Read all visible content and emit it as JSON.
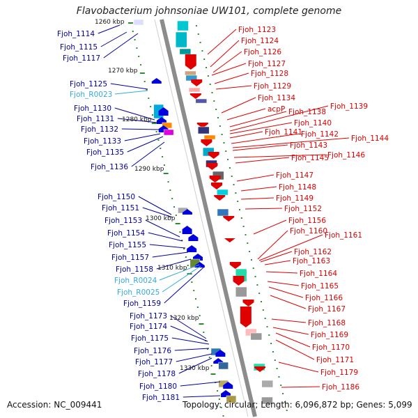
{
  "title": "Flavobacterium johnsoniae UW101, complete genome",
  "accession": "Accession: NC_009441",
  "summary": "Topology: circular; Length: 6,096,872 bp; Genes: 5,099",
  "colors": {
    "backbone": "#8c8c8c",
    "tick": "#2e8b2e",
    "forward_gene": "#e00000",
    "reverse_gene": "#0000dd",
    "left_label": "#000099",
    "rna_label": "#33aadd",
    "right_label": "#dd0000"
  },
  "scale_labels": [
    "1260 kbp",
    "1270 kbp",
    "1280 kbp",
    "1290 kbp",
    "1300 kbp",
    "1310 kbp",
    "1320 kbp",
    "1330 kbp"
  ],
  "left_labels": [
    {
      "text": "Fjoh_1114",
      "rna": false
    },
    {
      "text": "Fjoh_1115",
      "rna": false
    },
    {
      "text": "Fjoh_1117",
      "rna": false
    },
    {
      "text": "Fjoh_1125",
      "rna": false
    },
    {
      "text": "Fjoh_R0023",
      "rna": true
    },
    {
      "text": "Fjoh_1130",
      "rna": false
    },
    {
      "text": "Fjoh_1131",
      "rna": false
    },
    {
      "text": "Fjoh_1132",
      "rna": false
    },
    {
      "text": "Fjoh_1133",
      "rna": false
    },
    {
      "text": "Fjoh_1135",
      "rna": false
    },
    {
      "text": "Fjoh_1136",
      "rna": false
    },
    {
      "text": "Fjoh_1150",
      "rna": false
    },
    {
      "text": "Fjoh_1151",
      "rna": false
    },
    {
      "text": "Fjoh_1153",
      "rna": false
    },
    {
      "text": "Fjoh_1154",
      "rna": false
    },
    {
      "text": "Fjoh_1155",
      "rna": false
    },
    {
      "text": "Fjoh_1157",
      "rna": false
    },
    {
      "text": "Fjoh_1158",
      "rna": false
    },
    {
      "text": "Fjoh_R0024",
      "rna": true
    },
    {
      "text": "Fjoh_R0025",
      "rna": true
    },
    {
      "text": "Fjoh_1159",
      "rna": false
    },
    {
      "text": "Fjoh_1173",
      "rna": false
    },
    {
      "text": "Fjoh_1174",
      "rna": false
    },
    {
      "text": "Fjoh_1175",
      "rna": false
    },
    {
      "text": "Fjoh_1176",
      "rna": false
    },
    {
      "text": "Fjoh_1177",
      "rna": false
    },
    {
      "text": "Fjoh_1178",
      "rna": false
    },
    {
      "text": "Fjoh_1180",
      "rna": false
    },
    {
      "text": "Fjoh_1181",
      "rna": false
    }
  ],
  "right_labels": [
    "Fjoh_1123",
    "Fjoh_1124",
    "Fjoh_1126",
    "Fjoh_1127",
    "Fjoh_1128",
    "Fjoh_1129",
    "Fjoh_1134",
    "acpP",
    "Fjoh_1138",
    "Fjoh_1139",
    "Fjoh_1140",
    "Fjoh_1141",
    "Fjoh_1142",
    "Fjoh_1144",
    "Fjoh_1143",
    "Fjoh_1146",
    "Fjoh_1145",
    "Fjoh_1147",
    "Fjoh_1148",
    "Fjoh_1149",
    "Fjoh_1152",
    "Fjoh_1156",
    "Fjoh_1160",
    "Fjoh_1161",
    "Fjoh_1162",
    "Fjoh_1163",
    "Fjoh_1164",
    "Fjoh_1165",
    "Fjoh_1166",
    "Fjoh_1167",
    "Fjoh_1168",
    "Fjoh_1169",
    "Fjoh_1170",
    "Fjoh_1171",
    "Fjoh_1179",
    "Fjoh_1186"
  ]
}
